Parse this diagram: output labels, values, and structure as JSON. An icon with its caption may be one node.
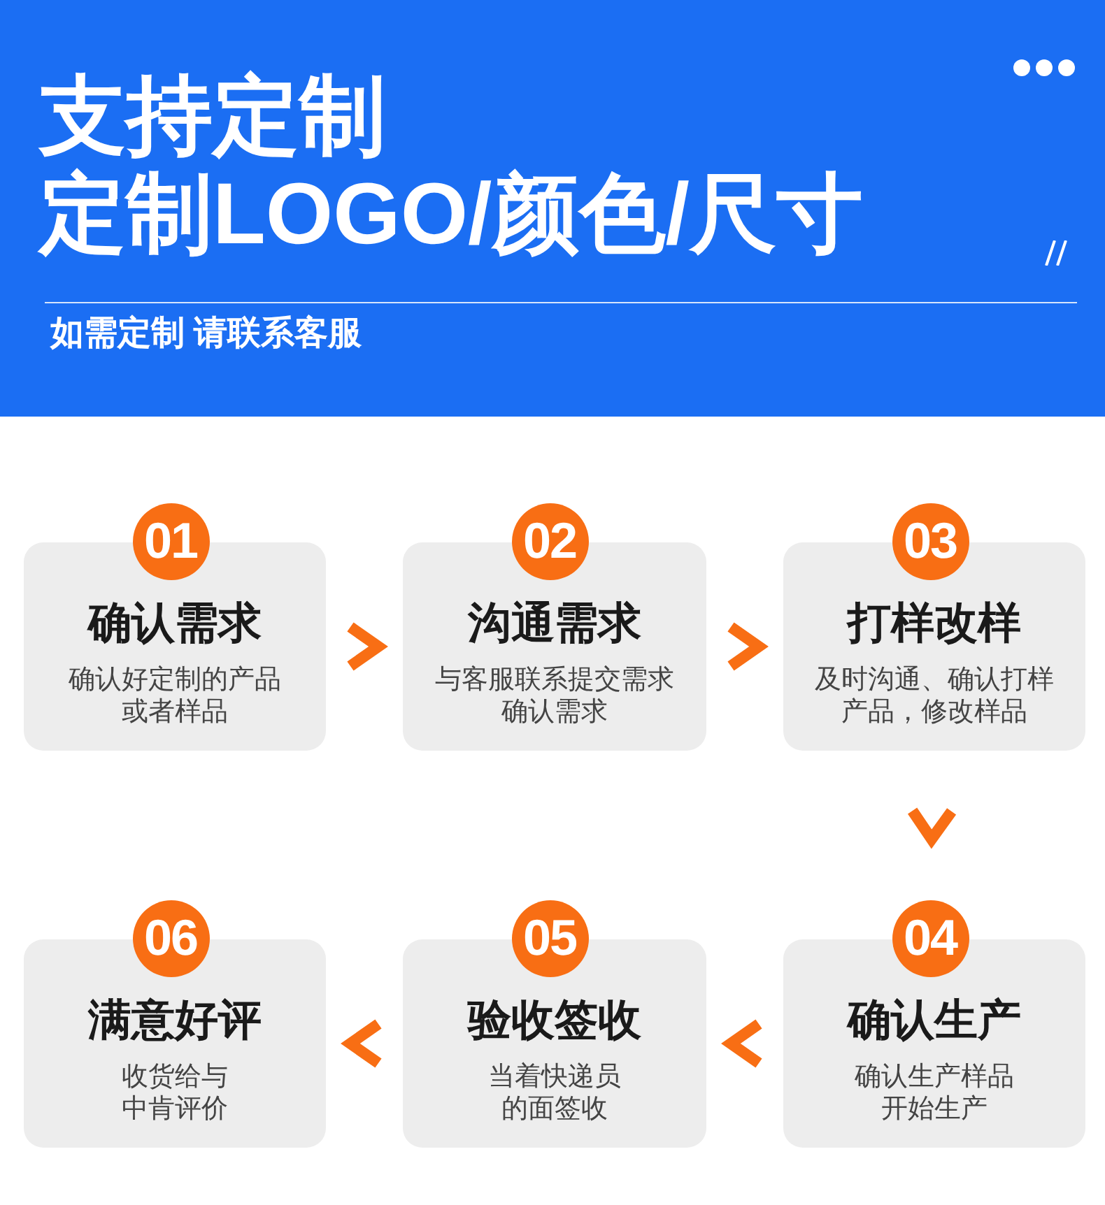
{
  "diagram": {
    "title": "支持定制",
    "nodes": [
      {
        "text": [
          "01"
        ]
      },
      {
        "text": [
          "确认需求",
          "确认好定制的产品或者样品"
        ]
      },
      {
        "text": [
          "02"
        ]
      },
      {
        "text": [
          "沟通需求",
          "与客服联系提交需求确认需求"
        ]
      },
      {
        "text": [
          "03"
        ]
      },
      {
        "text": [
          "打样改样",
          "及时沟通、确认打样产品，修改样品"
        ]
      },
      {
        "text": [
          "04"
        ]
      },
      {
        "text": [
          "确认生产",
          "确认生产样品开始生产"
        ]
      },
      {
        "text": [
          "05"
        ]
      },
      {
        "text": [
          "验收签收",
          "当着快递员的面签收"
        ]
      },
      {
        "text": [
          "06"
        ]
      },
      {
        "text": [
          "满意好评",
          "收货给与中肯评价"
        ]
      }
    ],
    "edges": [
      {
        "from": 1,
        "to": 3,
        "arrow": "to"
      },
      {
        "from": 3,
        "to": 5,
        "arrow": "to"
      },
      {
        "from": 5,
        "to": 6,
        "arrow": "to"
      },
      {
        "from": 7,
        "to": 9,
        "arrow": "to"
      },
      {
        "from": 9,
        "to": 11,
        "arrow": "to"
      }
    ],
    "labels": [
      "定制LOGO/颜色/尺寸",
      "如需定制 请联系客服"
    ]
  }
}
